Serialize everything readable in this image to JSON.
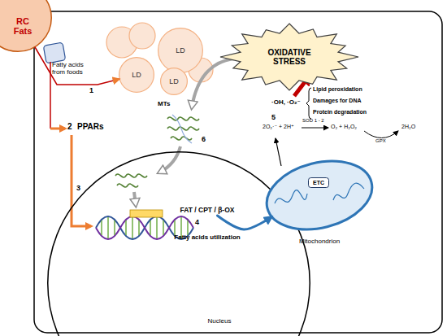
{
  "diagram": {
    "nodes": [
      {
        "text": [
          "RC Fats"
        ]
      },
      {
        "text": [
          "LD"
        ]
      },
      {
        "text": [
          "LD"
        ]
      },
      {
        "text": [
          "LD"
        ]
      },
      {
        "text": [
          "OXIDATIVE STRESS"
        ]
      },
      {
        "text": [
          "Mitochondrion"
        ]
      },
      {
        "text": [
          "ETC"
        ],
        "in": 5
      },
      {
        "text": [
          "Nucleus"
        ]
      },
      {
        "text": [
          "FAT / CPT / β-OX"
        ],
        "in": 7
      }
    ],
    "edges": [
      {
        "from": 0,
        "to": 2,
        "arrow": "to"
      },
      {
        "from": 8,
        "to": 5,
        "arrow": "to",
        "label": "Fatty acids utilization"
      }
    ],
    "labels": [
      "Fatty acids from foods",
      "1",
      "2",
      "PPARs",
      "3",
      "4",
      "5",
      "6",
      "MTs",
      "·OH, ·O₂⁻",
      "Lipid peroxidation",
      "Damages for DNA",
      "Protein degradation",
      "2O₂·⁻ + 2H⁺",
      "SOD 1 - 2",
      "O₂ + H₂O₂",
      "GPX",
      "2H₂O"
    ]
  }
}
